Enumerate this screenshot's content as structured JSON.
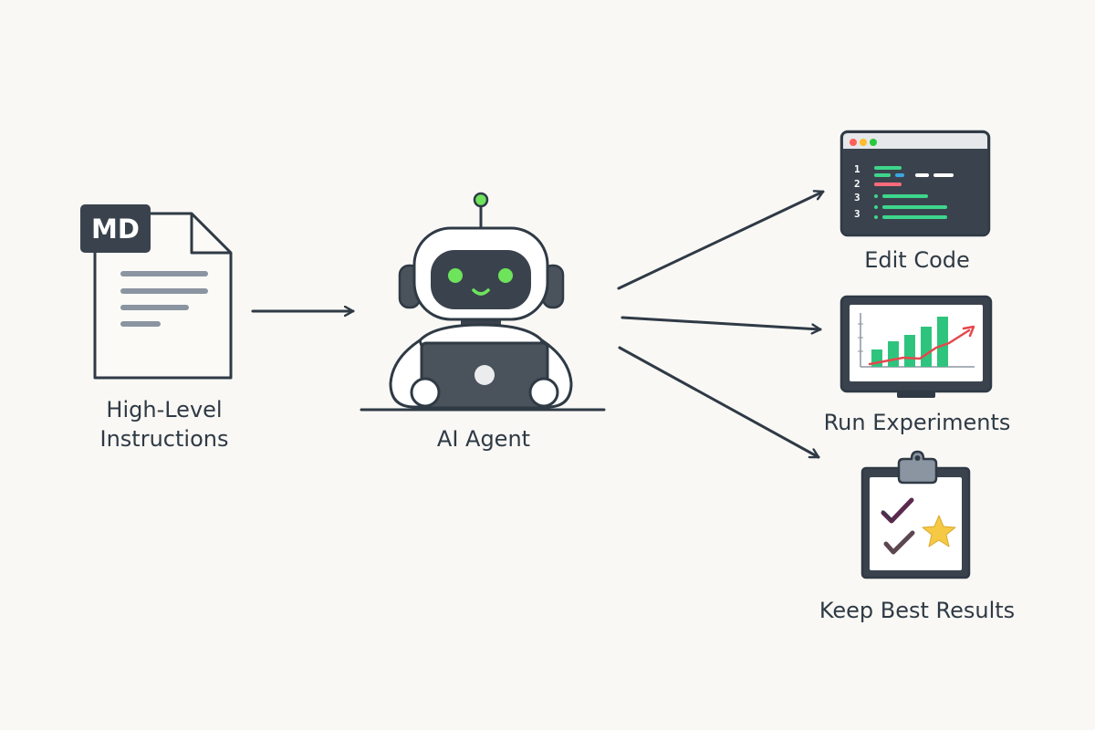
{
  "document": {
    "badge": "MD",
    "label_line1": "High-",
    "label_line2": "Level",
    "label_line3": "Instructions"
  },
  "agent": {
    "label": "AI Agent"
  },
  "outputs": [
    {
      "label": "Edit Code",
      "line_numbers": [
        "1",
        "2",
        "3",
        "3"
      ]
    },
    {
      "label": "Run Experiments"
    },
    {
      "label": "Keep Best Results"
    }
  ],
  "colors": {
    "background": "#f9f8f5",
    "ink": "#2f3a45",
    "robot_eyes": "#6ee35c",
    "code_green": "#3dd68c",
    "code_blue": "#3ba7e3",
    "code_red": "#ff6b7b",
    "bar_green": "#2fc47e",
    "trend_red": "#e5484d",
    "check_purple": "#5b2a4f",
    "star_yellow": "#f6c944"
  }
}
